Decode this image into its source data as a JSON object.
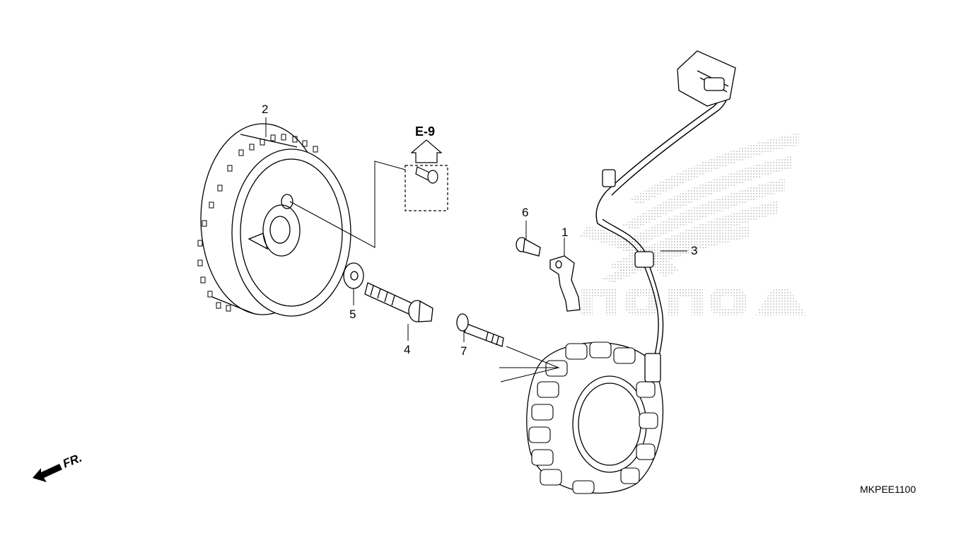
{
  "diagram": {
    "parts": [
      {
        "key": "p1",
        "label": "1"
      },
      {
        "key": "p2",
        "label": "2"
      },
      {
        "key": "p3",
        "label": "3"
      },
      {
        "key": "p4",
        "label": "4"
      },
      {
        "key": "p5",
        "label": "5"
      },
      {
        "key": "p6",
        "label": "6"
      },
      {
        "key": "p7",
        "label": "7"
      }
    ],
    "reference": "E-9",
    "direction": "FR.",
    "diagram_code": "MKPEE1100",
    "watermark": "HONDA"
  },
  "colors": {
    "line": "#000000",
    "watermark": "#bdbdbd",
    "background": "#ffffff"
  }
}
